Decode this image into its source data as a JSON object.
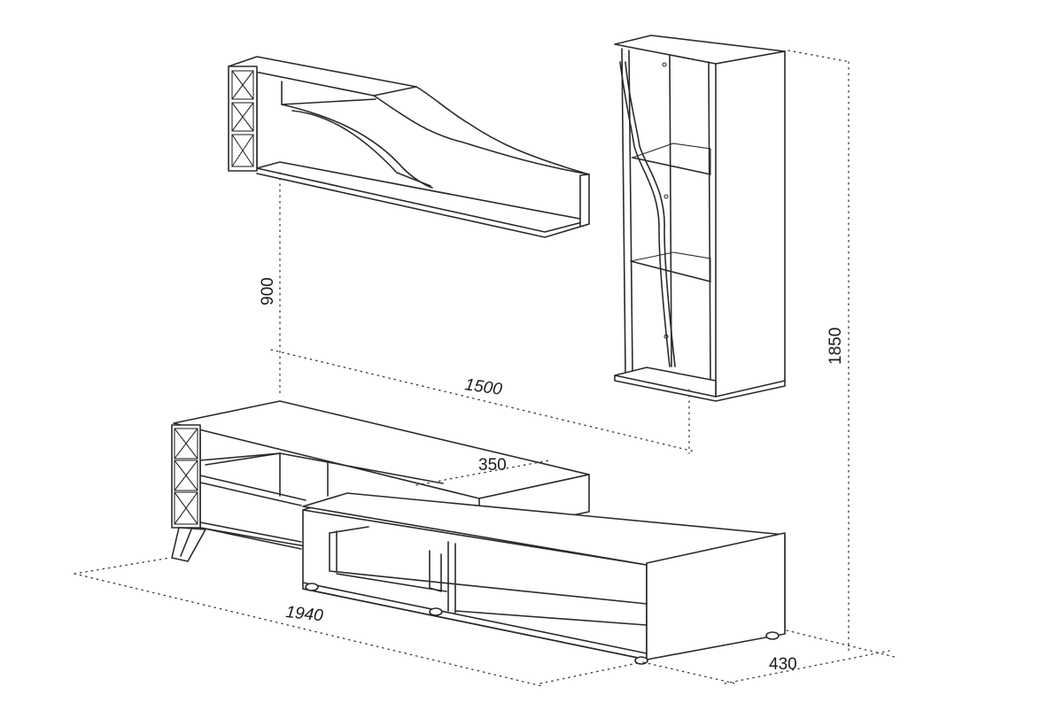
{
  "dimensions": {
    "unit_height_label": "1850",
    "shelf_height_label": "900",
    "shelf_width_label": "1500",
    "cabinet_width_label": "1940",
    "cabinet_depth_label": "430",
    "shelf_depth_label": "350"
  },
  "colors": {
    "line": "#2a2a2a",
    "background": "#ffffff"
  }
}
